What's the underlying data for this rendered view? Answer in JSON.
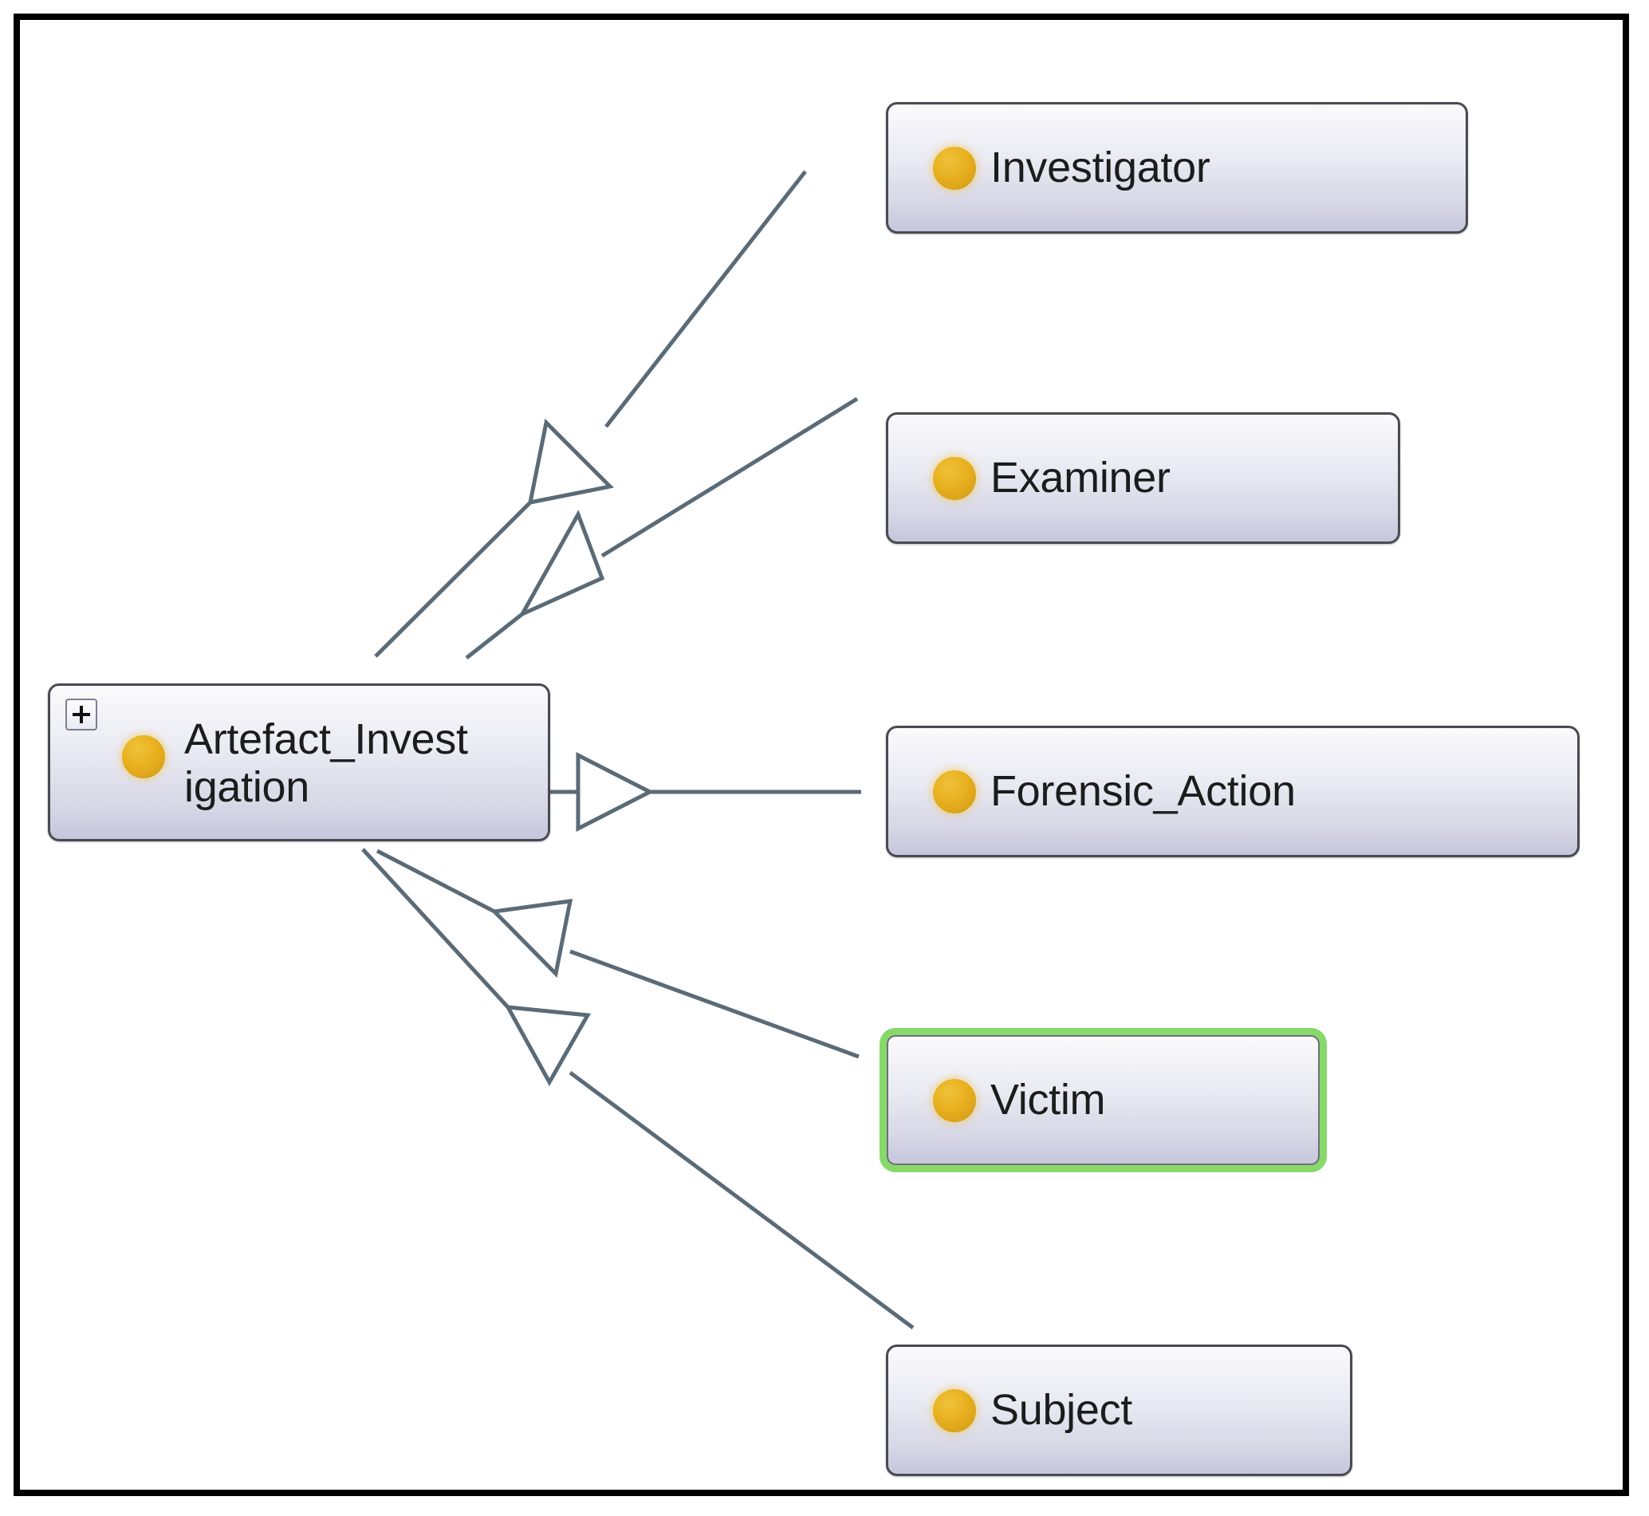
{
  "diagram": {
    "type": "uml-class-hierarchy",
    "frame_color": "#000000",
    "background_color": "#ffffff",
    "accent_color": "#e8b01f",
    "node_border_color": "#4a4a52",
    "selection_color": "#86d96a",
    "edge_color": "#5a6b78",
    "nodes": [
      {
        "id": "artefact-investigation",
        "label": "Artefact_Invest\nigation",
        "icon": "owl-class-circle-icon",
        "expander": "+",
        "expanded": false,
        "selected": false,
        "role": "superclass"
      },
      {
        "id": "investigator",
        "label": "Investigator",
        "icon": "owl-class-circle-icon",
        "selected": false,
        "role": "subclass"
      },
      {
        "id": "examiner",
        "label": "Examiner",
        "icon": "owl-class-circle-icon",
        "selected": false,
        "role": "subclass"
      },
      {
        "id": "forensic-action",
        "label": "Forensic_Action",
        "icon": "owl-class-circle-icon",
        "selected": false,
        "role": "subclass"
      },
      {
        "id": "victim",
        "label": "Victim",
        "icon": "owl-class-circle-icon",
        "selected": true,
        "role": "subclass"
      },
      {
        "id": "subject",
        "label": "Subject",
        "icon": "owl-class-circle-icon",
        "selected": false,
        "role": "subclass"
      }
    ],
    "edges": [
      {
        "id": "edge-investigator",
        "from": "artefact-investigation",
        "to": "investigator",
        "relation": "generalization",
        "arrow": "hollow-triangle"
      },
      {
        "id": "edge-examiner",
        "from": "artefact-investigation",
        "to": "examiner",
        "relation": "generalization",
        "arrow": "hollow-triangle"
      },
      {
        "id": "edge-forensic-action",
        "from": "artefact-investigation",
        "to": "forensic-action",
        "relation": "generalization",
        "arrow": "hollow-triangle"
      },
      {
        "id": "edge-victim",
        "from": "artefact-investigation",
        "to": "victim",
        "relation": "generalization",
        "arrow": "hollow-triangle"
      },
      {
        "id": "edge-subject",
        "from": "artefact-investigation",
        "to": "subject",
        "relation": "generalization",
        "arrow": "hollow-triangle"
      }
    ]
  }
}
